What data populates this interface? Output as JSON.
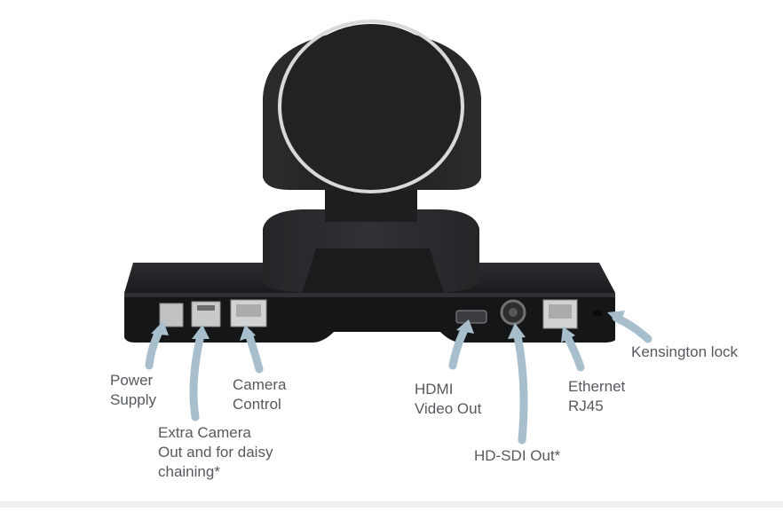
{
  "colors": {
    "arrow": "#a7bfcc",
    "label_text": "#555a5e",
    "camera_body": "#1e2022",
    "camera_ring": "#d8d9da"
  },
  "labels": {
    "power_supply": [
      "Power",
      "Supply"
    ],
    "extra_camera": [
      "Extra Camera",
      "Out and for daisy",
      "chaining*"
    ],
    "camera_control": [
      "Camera",
      "Control"
    ],
    "hdmi": [
      "HDMI",
      "Video Out"
    ],
    "hd_sdi": "HD-SDI Out*",
    "ethernet": [
      "Ethernet",
      "RJ45"
    ],
    "kensington": "Kensington lock"
  }
}
